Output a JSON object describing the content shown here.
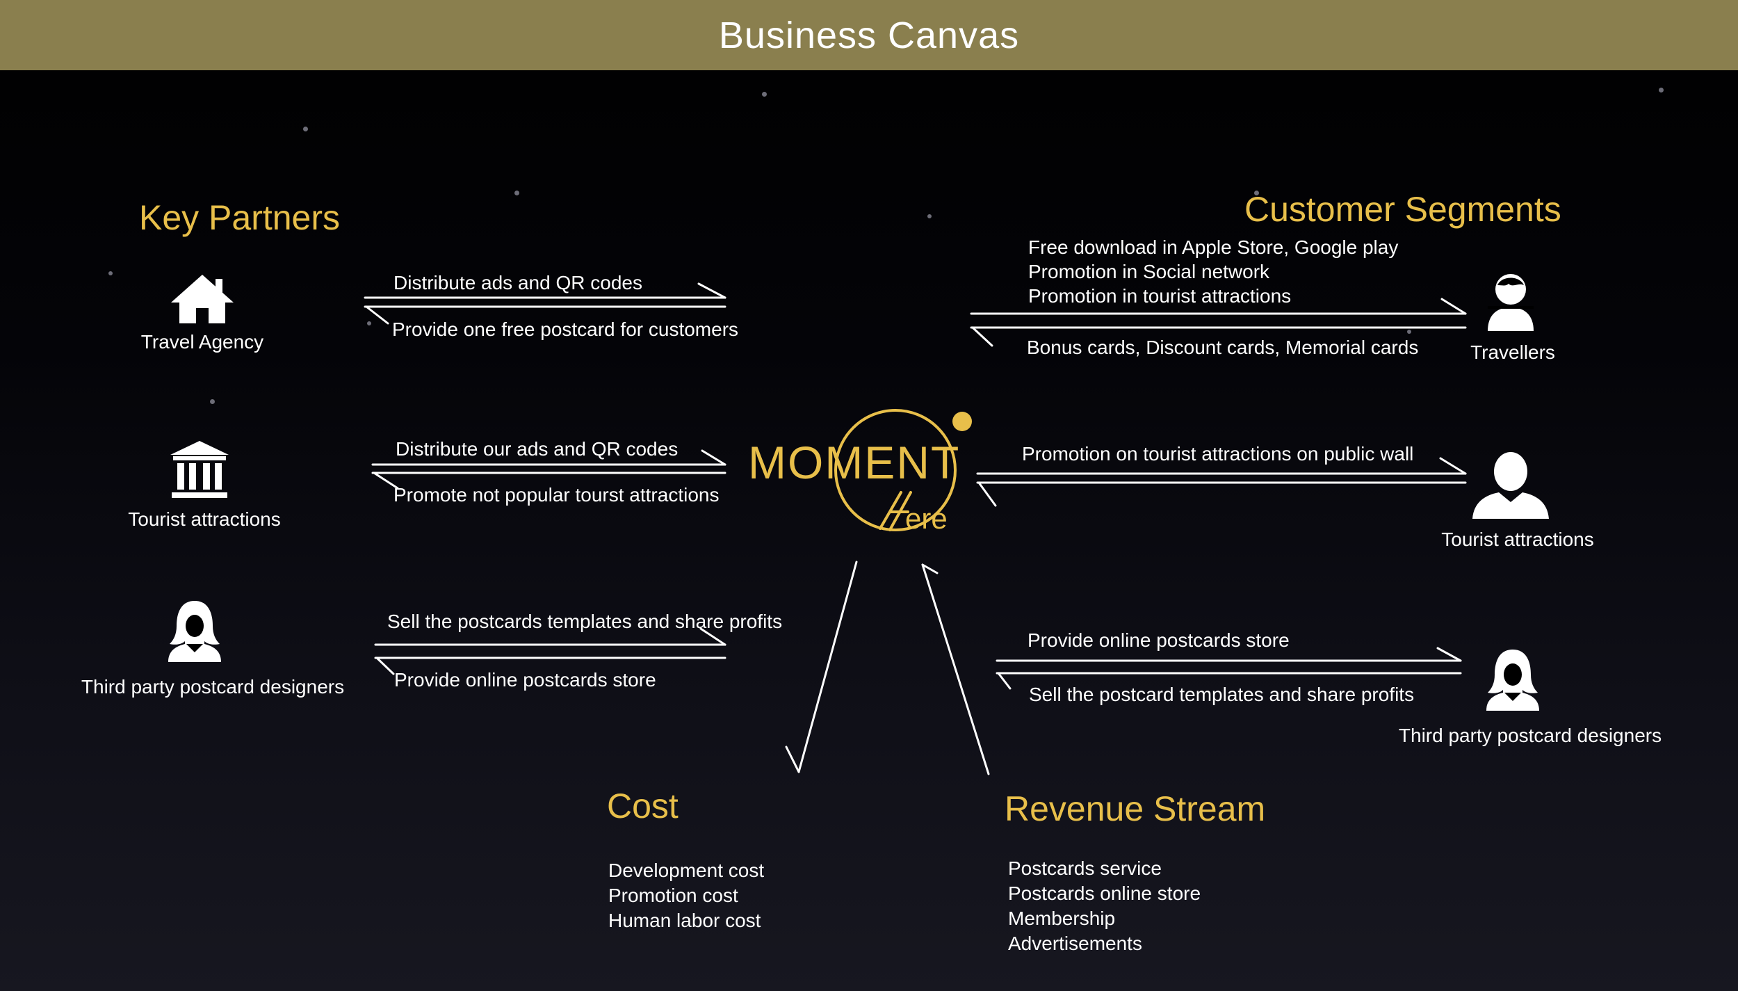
{
  "header": {
    "title": "Business Canvas"
  },
  "colors": {
    "header_bg": "#8a7f4e",
    "accent": "#e8bf4a",
    "line": "#ffffff",
    "background": "#000000"
  },
  "logo": {
    "main": "MOMENT",
    "script": "ere"
  },
  "key_partners": {
    "title": "Key Partners",
    "items": [
      {
        "name": "Travel Agency",
        "icon": "house-icon",
        "to_text": "Distribute ads and QR codes",
        "from_text": "Provide one free postcard for customers"
      },
      {
        "name": "Tourist attractions",
        "icon": "bank-building-icon",
        "to_text": "Distribute our ads and QR codes",
        "from_text": "Promote not popular tourst attractions"
      },
      {
        "name": "Third party postcard designers",
        "icon": "woman-user-icon",
        "to_text": "Sell the postcards templates and share profits",
        "from_text": "Provide online postcards store"
      }
    ]
  },
  "customer_segments": {
    "title": "Customer Segments",
    "items": [
      {
        "name": "Travellers",
        "icon": "person-icon",
        "to_lines": [
          "Free download in Apple Store, Google play",
          "Promotion in Social network",
          "Promotion in tourist attractions"
        ],
        "from_text": "Bonus cards, Discount cards, Memorial cards"
      },
      {
        "name": "Tourist attractions",
        "icon": "person-silhouette-icon",
        "to_text": "Promotion on tourist attractions on public wall"
      },
      {
        "name": "Third party postcard designers",
        "icon": "woman-user-icon",
        "to_text": "Provide online postcards store",
        "from_text": "Sell the postcard templates and share profits"
      }
    ]
  },
  "cost": {
    "title": "Cost",
    "items": [
      "Development cost",
      "Promotion cost",
      "Human labor cost"
    ]
  },
  "revenue": {
    "title": "Revenue Stream",
    "items": [
      "Postcards service",
      "Postcards online store",
      "Membership",
      "Advertisements"
    ]
  }
}
